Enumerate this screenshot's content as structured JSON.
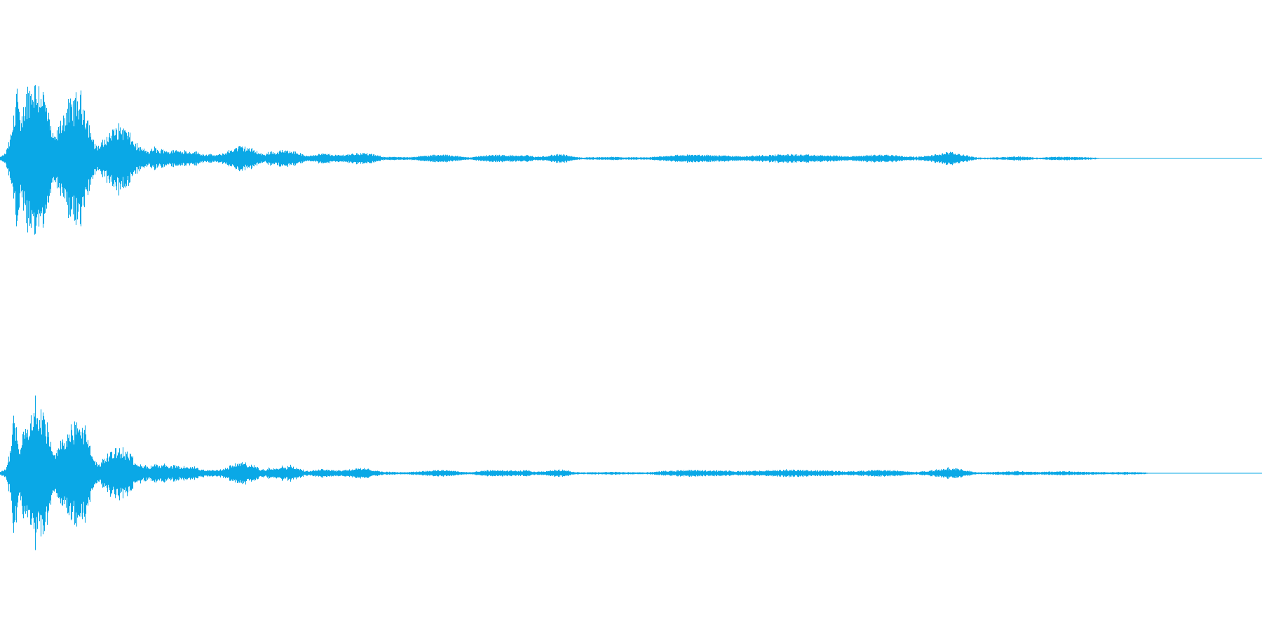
{
  "waveform": {
    "color": "#0aa8e6",
    "background": "#ffffff",
    "channels": [
      {
        "name": "left-channel",
        "envelope": [
          [
            0.0,
            0.02
          ],
          [
            0.004,
            0.06
          ],
          [
            0.008,
            0.25
          ],
          [
            0.011,
            0.55
          ],
          [
            0.013,
            1.0
          ],
          [
            0.016,
            0.35
          ],
          [
            0.02,
            0.8
          ],
          [
            0.024,
            0.9
          ],
          [
            0.027,
            0.95
          ],
          [
            0.03,
            0.92
          ],
          [
            0.034,
            0.85
          ],
          [
            0.038,
            0.55
          ],
          [
            0.042,
            0.25
          ],
          [
            0.046,
            0.35
          ],
          [
            0.05,
            0.55
          ],
          [
            0.054,
            0.65
          ],
          [
            0.058,
            0.7
          ],
          [
            0.062,
            0.78
          ],
          [
            0.066,
            0.7
          ],
          [
            0.07,
            0.45
          ],
          [
            0.074,
            0.2
          ],
          [
            0.078,
            0.15
          ],
          [
            0.082,
            0.22
          ],
          [
            0.086,
            0.3
          ],
          [
            0.09,
            0.36
          ],
          [
            0.094,
            0.4
          ],
          [
            0.098,
            0.38
          ],
          [
            0.102,
            0.3
          ],
          [
            0.106,
            0.2
          ],
          [
            0.11,
            0.14
          ],
          [
            0.114,
            0.11
          ],
          [
            0.118,
            0.08
          ],
          [
            0.122,
            0.14
          ],
          [
            0.126,
            0.09
          ],
          [
            0.13,
            0.12
          ],
          [
            0.134,
            0.08
          ],
          [
            0.138,
            0.11
          ],
          [
            0.142,
            0.09
          ],
          [
            0.146,
            0.1
          ],
          [
            0.15,
            0.08
          ],
          [
            0.154,
            0.09
          ],
          [
            0.158,
            0.06
          ],
          [
            0.162,
            0.05
          ],
          [
            0.166,
            0.05
          ],
          [
            0.17,
            0.04
          ],
          [
            0.174,
            0.05
          ],
          [
            0.178,
            0.07
          ],
          [
            0.182,
            0.1
          ],
          [
            0.186,
            0.13
          ],
          [
            0.19,
            0.15
          ],
          [
            0.194,
            0.14
          ],
          [
            0.198,
            0.12
          ],
          [
            0.202,
            0.1
          ],
          [
            0.206,
            0.06
          ],
          [
            0.21,
            0.05
          ],
          [
            0.214,
            0.09
          ],
          [
            0.218,
            0.07
          ],
          [
            0.222,
            0.1
          ],
          [
            0.226,
            0.09
          ],
          [
            0.23,
            0.11
          ],
          [
            0.234,
            0.08
          ],
          [
            0.238,
            0.06
          ],
          [
            0.242,
            0.03
          ],
          [
            0.246,
            0.04
          ],
          [
            0.25,
            0.05
          ],
          [
            0.256,
            0.06
          ],
          [
            0.262,
            0.05
          ],
          [
            0.268,
            0.04
          ],
          [
            0.274,
            0.05
          ],
          [
            0.28,
            0.06
          ],
          [
            0.286,
            0.07
          ],
          [
            0.292,
            0.06
          ],
          [
            0.298,
            0.04
          ],
          [
            0.304,
            0.02
          ],
          [
            0.31,
            0.02
          ],
          [
            0.318,
            0.015
          ],
          [
            0.326,
            0.02
          ],
          [
            0.334,
            0.03
          ],
          [
            0.342,
            0.04
          ],
          [
            0.35,
            0.045
          ],
          [
            0.358,
            0.04
          ],
          [
            0.366,
            0.02
          ],
          [
            0.372,
            0.015
          ],
          [
            0.378,
            0.025
          ],
          [
            0.386,
            0.04
          ],
          [
            0.394,
            0.045
          ],
          [
            0.402,
            0.04
          ],
          [
            0.41,
            0.035
          ],
          [
            0.418,
            0.04
          ],
          [
            0.424,
            0.02
          ],
          [
            0.43,
            0.025
          ],
          [
            0.436,
            0.04
          ],
          [
            0.442,
            0.05
          ],
          [
            0.448,
            0.045
          ],
          [
            0.454,
            0.02
          ],
          [
            0.462,
            0.012
          ],
          [
            0.47,
            0.015
          ],
          [
            0.478,
            0.015
          ],
          [
            0.486,
            0.02
          ],
          [
            0.494,
            0.015
          ],
          [
            0.502,
            0.015
          ],
          [
            0.51,
            0.012
          ],
          [
            0.518,
            0.02
          ],
          [
            0.526,
            0.03
          ],
          [
            0.534,
            0.04
          ],
          [
            0.542,
            0.045
          ],
          [
            0.55,
            0.045
          ],
          [
            0.558,
            0.042
          ],
          [
            0.566,
            0.04
          ],
          [
            0.574,
            0.038
          ],
          [
            0.582,
            0.03
          ],
          [
            0.59,
            0.03
          ],
          [
            0.598,
            0.035
          ],
          [
            0.606,
            0.04
          ],
          [
            0.614,
            0.045
          ],
          [
            0.622,
            0.05
          ],
          [
            0.63,
            0.048
          ],
          [
            0.638,
            0.045
          ],
          [
            0.646,
            0.04
          ],
          [
            0.654,
            0.038
          ],
          [
            0.662,
            0.035
          ],
          [
            0.67,
            0.025
          ],
          [
            0.678,
            0.03
          ],
          [
            0.686,
            0.04
          ],
          [
            0.694,
            0.045
          ],
          [
            0.702,
            0.045
          ],
          [
            0.71,
            0.04
          ],
          [
            0.718,
            0.025
          ],
          [
            0.726,
            0.02
          ],
          [
            0.734,
            0.03
          ],
          [
            0.742,
            0.05
          ],
          [
            0.75,
            0.075
          ],
          [
            0.756,
            0.07
          ],
          [
            0.762,
            0.05
          ],
          [
            0.768,
            0.03
          ],
          [
            0.774,
            0.012
          ],
          [
            0.782,
            0.01
          ],
          [
            0.79,
            0.015
          ],
          [
            0.798,
            0.02
          ],
          [
            0.806,
            0.025
          ],
          [
            0.814,
            0.02
          ],
          [
            0.82,
            0.01
          ],
          [
            0.826,
            0.012
          ],
          [
            0.834,
            0.02
          ],
          [
            0.842,
            0.02
          ],
          [
            0.85,
            0.018
          ],
          [
            0.86,
            0.015
          ],
          [
            0.868,
            0.01
          ],
          [
            0.872,
            0.003
          ],
          [
            1.0,
            0.003
          ]
        ]
      },
      {
        "name": "right-channel",
        "envelope": [
          [
            0.0,
            0.02
          ],
          [
            0.004,
            0.06
          ],
          [
            0.008,
            0.3
          ],
          [
            0.01,
            0.9
          ],
          [
            0.013,
            0.6
          ],
          [
            0.016,
            0.4
          ],
          [
            0.02,
            0.75
          ],
          [
            0.024,
            0.85
          ],
          [
            0.027,
            1.0
          ],
          [
            0.03,
            0.95
          ],
          [
            0.034,
            0.9
          ],
          [
            0.038,
            0.6
          ],
          [
            0.042,
            0.25
          ],
          [
            0.046,
            0.35
          ],
          [
            0.05,
            0.55
          ],
          [
            0.054,
            0.6
          ],
          [
            0.058,
            0.65
          ],
          [
            0.062,
            0.75
          ],
          [
            0.066,
            0.68
          ],
          [
            0.07,
            0.45
          ],
          [
            0.074,
            0.2
          ],
          [
            0.078,
            0.12
          ],
          [
            0.082,
            0.2
          ],
          [
            0.086,
            0.28
          ],
          [
            0.09,
            0.32
          ],
          [
            0.094,
            0.36
          ],
          [
            0.098,
            0.34
          ],
          [
            0.102,
            0.28
          ],
          [
            0.106,
            0.2
          ],
          [
            0.11,
            0.14
          ],
          [
            0.114,
            0.11
          ],
          [
            0.118,
            0.08
          ],
          [
            0.122,
            0.14
          ],
          [
            0.126,
            0.1
          ],
          [
            0.13,
            0.13
          ],
          [
            0.134,
            0.08
          ],
          [
            0.138,
            0.11
          ],
          [
            0.142,
            0.09
          ],
          [
            0.146,
            0.1
          ],
          [
            0.15,
            0.08
          ],
          [
            0.154,
            0.09
          ],
          [
            0.158,
            0.06
          ],
          [
            0.162,
            0.05
          ],
          [
            0.166,
            0.05
          ],
          [
            0.17,
            0.04
          ],
          [
            0.174,
            0.05
          ],
          [
            0.178,
            0.07
          ],
          [
            0.182,
            0.1
          ],
          [
            0.186,
            0.13
          ],
          [
            0.19,
            0.15
          ],
          [
            0.194,
            0.14
          ],
          [
            0.198,
            0.12
          ],
          [
            0.202,
            0.1
          ],
          [
            0.206,
            0.06
          ],
          [
            0.21,
            0.05
          ],
          [
            0.214,
            0.09
          ],
          [
            0.218,
            0.07
          ],
          [
            0.222,
            0.1
          ],
          [
            0.226,
            0.09
          ],
          [
            0.23,
            0.11
          ],
          [
            0.234,
            0.08
          ],
          [
            0.238,
            0.06
          ],
          [
            0.242,
            0.03
          ],
          [
            0.246,
            0.04
          ],
          [
            0.25,
            0.05
          ],
          [
            0.256,
            0.06
          ],
          [
            0.262,
            0.05
          ],
          [
            0.268,
            0.04
          ],
          [
            0.274,
            0.05
          ],
          [
            0.28,
            0.06
          ],
          [
            0.286,
            0.07
          ],
          [
            0.292,
            0.06
          ],
          [
            0.298,
            0.04
          ],
          [
            0.304,
            0.02
          ],
          [
            0.31,
            0.02
          ],
          [
            0.318,
            0.015
          ],
          [
            0.326,
            0.02
          ],
          [
            0.334,
            0.03
          ],
          [
            0.342,
            0.04
          ],
          [
            0.35,
            0.045
          ],
          [
            0.358,
            0.04
          ],
          [
            0.366,
            0.02
          ],
          [
            0.372,
            0.015
          ],
          [
            0.378,
            0.025
          ],
          [
            0.386,
            0.04
          ],
          [
            0.394,
            0.045
          ],
          [
            0.402,
            0.04
          ],
          [
            0.41,
            0.035
          ],
          [
            0.418,
            0.04
          ],
          [
            0.424,
            0.02
          ],
          [
            0.43,
            0.025
          ],
          [
            0.436,
            0.04
          ],
          [
            0.442,
            0.05
          ],
          [
            0.448,
            0.045
          ],
          [
            0.454,
            0.02
          ],
          [
            0.462,
            0.012
          ],
          [
            0.47,
            0.015
          ],
          [
            0.478,
            0.015
          ],
          [
            0.486,
            0.02
          ],
          [
            0.494,
            0.015
          ],
          [
            0.502,
            0.015
          ],
          [
            0.51,
            0.012
          ],
          [
            0.518,
            0.02
          ],
          [
            0.526,
            0.03
          ],
          [
            0.534,
            0.04
          ],
          [
            0.542,
            0.045
          ],
          [
            0.55,
            0.045
          ],
          [
            0.558,
            0.042
          ],
          [
            0.566,
            0.04
          ],
          [
            0.574,
            0.038
          ],
          [
            0.582,
            0.03
          ],
          [
            0.59,
            0.03
          ],
          [
            0.598,
            0.035
          ],
          [
            0.606,
            0.04
          ],
          [
            0.614,
            0.045
          ],
          [
            0.622,
            0.05
          ],
          [
            0.63,
            0.048
          ],
          [
            0.638,
            0.045
          ],
          [
            0.646,
            0.04
          ],
          [
            0.654,
            0.038
          ],
          [
            0.662,
            0.035
          ],
          [
            0.67,
            0.025
          ],
          [
            0.678,
            0.03
          ],
          [
            0.686,
            0.04
          ],
          [
            0.694,
            0.045
          ],
          [
            0.702,
            0.045
          ],
          [
            0.71,
            0.04
          ],
          [
            0.718,
            0.025
          ],
          [
            0.726,
            0.02
          ],
          [
            0.734,
            0.03
          ],
          [
            0.742,
            0.05
          ],
          [
            0.75,
            0.075
          ],
          [
            0.756,
            0.07
          ],
          [
            0.762,
            0.05
          ],
          [
            0.768,
            0.03
          ],
          [
            0.774,
            0.015
          ],
          [
            0.782,
            0.015
          ],
          [
            0.79,
            0.02
          ],
          [
            0.798,
            0.025
          ],
          [
            0.806,
            0.03
          ],
          [
            0.814,
            0.025
          ],
          [
            0.82,
            0.02
          ],
          [
            0.826,
            0.02
          ],
          [
            0.834,
            0.025
          ],
          [
            0.842,
            0.03
          ],
          [
            0.85,
            0.025
          ],
          [
            0.86,
            0.02
          ],
          [
            0.87,
            0.02
          ],
          [
            0.88,
            0.015
          ],
          [
            0.89,
            0.02
          ],
          [
            0.9,
            0.015
          ],
          [
            0.908,
            0.01
          ],
          [
            0.91,
            0.003
          ],
          [
            1.0,
            0.003
          ]
        ]
      }
    ]
  }
}
